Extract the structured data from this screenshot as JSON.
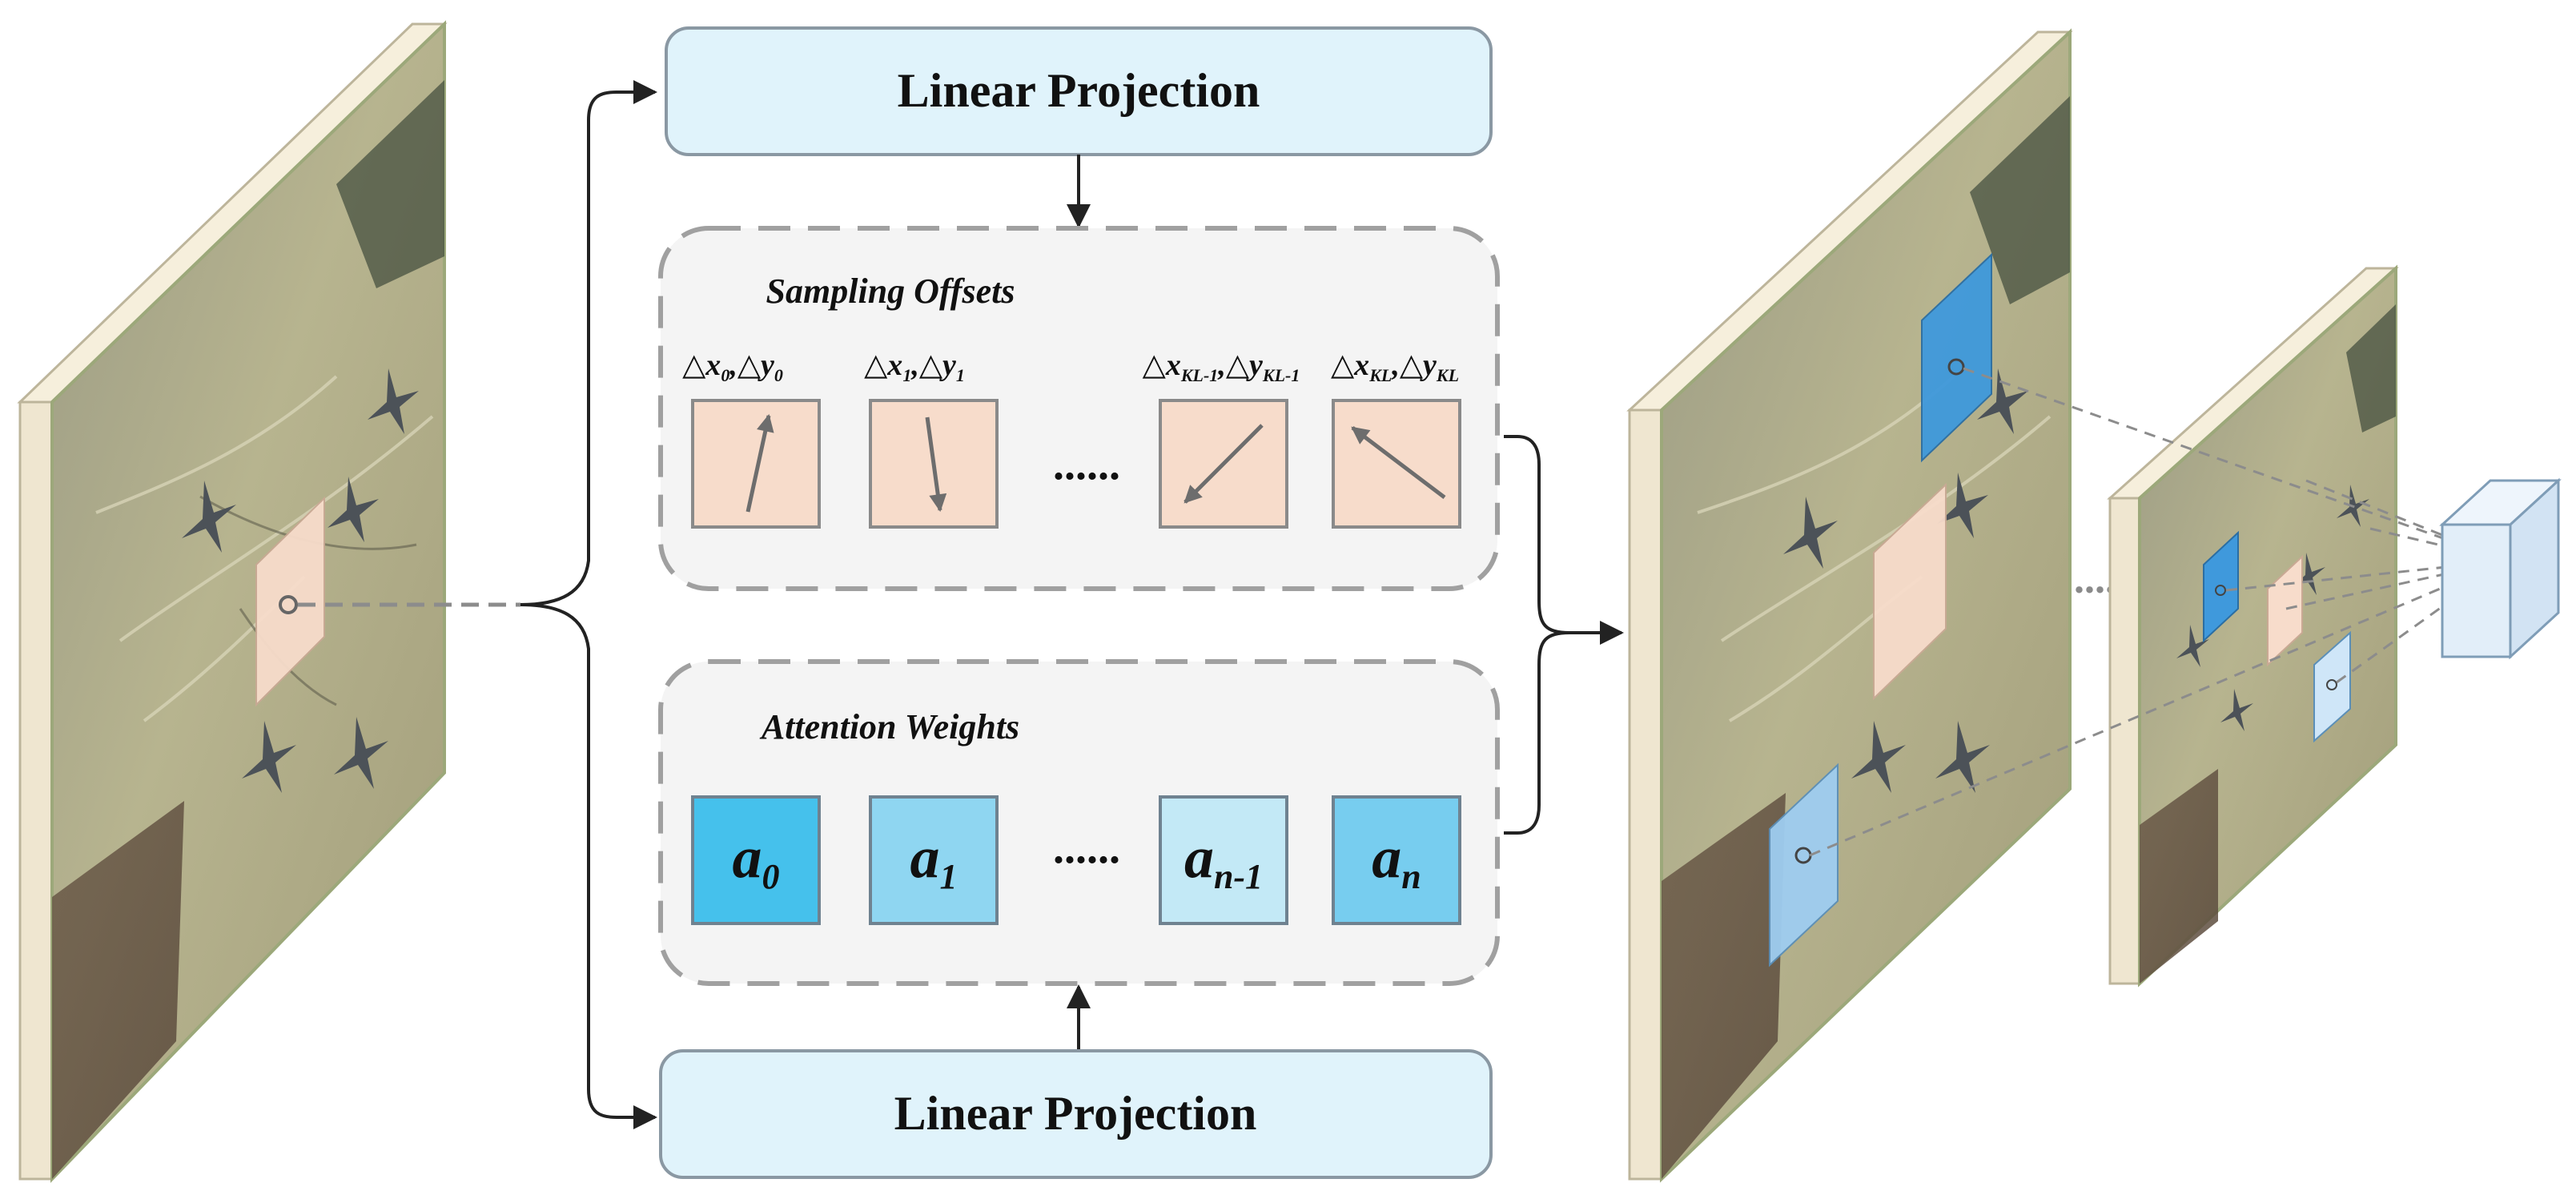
{
  "colors": {
    "proj_fill": "#e0f3fb",
    "proj_stroke": "#8a98a3",
    "panel_fill": "#f4f4f4",
    "panel_stroke": "#a0a0a0",
    "offset_fill": "#f7dccb",
    "weight_fills": [
      "#45c1ec",
      "#8fd6f1",
      "#c3e9f6",
      "#77cdef"
    ],
    "frame_side": "#f0e8d4",
    "ground": "#a8a47e",
    "arrow": "#222222",
    "dashed_link": "#8c8c8c",
    "cube_fill": "#e2eef9"
  },
  "top_projection": {
    "label": "Linear Projection"
  },
  "bottom_projection": {
    "label": "Linear Projection"
  },
  "sampling_offsets": {
    "title": "Sampling Offsets",
    "items": [
      {
        "base": "△x",
        "sub": "0",
        "sep": ",",
        "base2": "△y",
        "sub2": "0",
        "arrow": "up-right"
      },
      {
        "base": "△x",
        "sub": "1",
        "sep": ",",
        "base2": "△y",
        "sub2": "1",
        "arrow": "down"
      },
      {
        "base": "△x",
        "sub": "KL-1",
        "sep": ",",
        "base2": "△y",
        "sub2": "KL-1",
        "arrow": "down-left"
      },
      {
        "base": "△x",
        "sub": "KL",
        "sep": ",",
        "base2": "△y",
        "sub2": "KL",
        "arrow": "up-left"
      }
    ],
    "ellipsis": "......"
  },
  "attention_weights": {
    "title": "Attention Weights",
    "items": [
      {
        "base": "a",
        "sub": "0"
      },
      {
        "base": "a",
        "sub": "1"
      },
      {
        "base": "a",
        "sub": "n-1"
      },
      {
        "base": "a",
        "sub": "n"
      }
    ],
    "ellipsis": "......"
  },
  "between_maps_ellipsis": "........"
}
